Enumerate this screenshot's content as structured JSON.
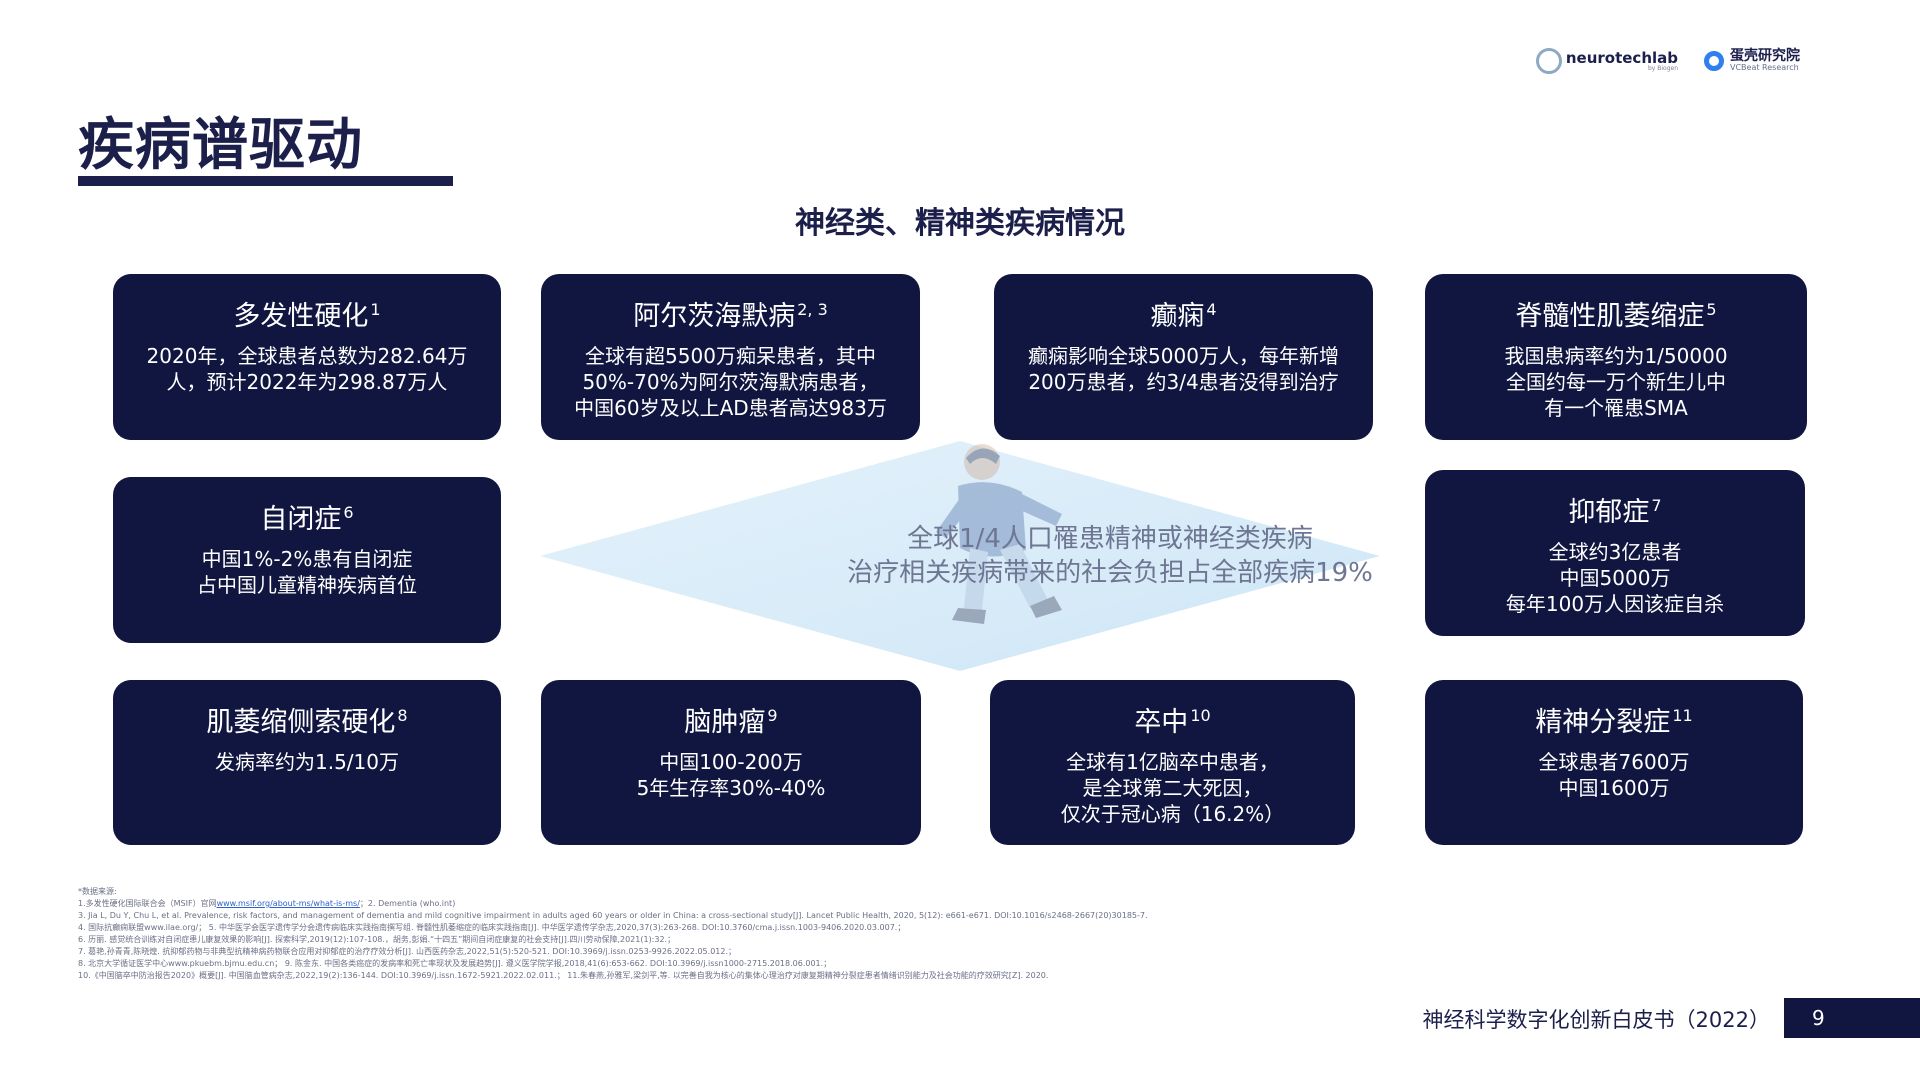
{
  "logos": {
    "neurotech_main": "neurotechlab",
    "neurotech_sub": "by Biogen",
    "vcbeat_cn": "蛋壳研究院",
    "vcbeat_en": "VCBeat Research"
  },
  "title": "疾病谱驱动",
  "subtitle": "神经类、精神类疾病情况",
  "center": {
    "line1": "全球1/4人口罹患精神或神经类疾病",
    "line2": "治疗相关疾病带来的社会负担占全部疾病19%"
  },
  "cards": [
    {
      "title": "多发性硬化",
      "ref": "1",
      "lines": [
        "2020年，全球患者总数为282.64万",
        "人，预计2022年为298.87万人"
      ]
    },
    {
      "title": "阿尔茨海默病",
      "ref": "2, 3",
      "lines": [
        "全球有超5500万痴呆患者，其中",
        "50%-70%为阿尔茨海默病患者，",
        "中国60岁及以上AD患者高达983万"
      ]
    },
    {
      "title": "癫痫",
      "ref": "4",
      "lines": [
        "癫痫影响全球5000万人，每年新增",
        "200万患者，约3/4患者没得到治疗"
      ]
    },
    {
      "title": "脊髓性肌萎缩症",
      "ref": "5",
      "lines": [
        "我国患病率约为1/50000",
        "全国约每一万个新生儿中",
        "有一个罹患SMA"
      ]
    },
    {
      "title": "自闭症",
      "ref": "6",
      "lines": [
        "中国1%-2%患有自闭症",
        "占中国儿童精神疾病首位"
      ]
    },
    {
      "title": "抑郁症",
      "ref": "7",
      "lines": [
        "全球约3亿患者",
        "中国5000万",
        "每年100万人因该症自杀"
      ]
    },
    {
      "title": "肌萎缩侧索硬化",
      "ref": "8",
      "lines": [
        "发病率约为1.5/10万"
      ]
    },
    {
      "title": "脑肿瘤",
      "ref": "9",
      "lines": [
        "中国100-200万",
        "5年生存率30%-40%"
      ]
    },
    {
      "title": "卒中",
      "ref": "10",
      "lines": [
        "全球有1亿脑卒中患者，",
        "是全球第二大死因，",
        "仅次于冠心病（16.2%）"
      ]
    },
    {
      "title": "精神分裂症",
      "ref": "11",
      "lines": [
        "全球患者7600万",
        "中国1600万"
      ]
    }
  ],
  "refs": {
    "header": "*数据来源:",
    "line1_pre": "1.多发性硬化国际联合会（MSIF）官网",
    "line1_link": "www.msif.org/about-ms/what-is-ms/",
    "line1_post": "；2. Dementia (who.int)",
    "line2": "3. Jia L, Du Y, Chu L, et al. Prevalence, risk factors, and management of dementia and mild cognitive impairment in adults aged 60 years or older in China: a cross-sectional study[J]. Lancet Public Health, 2020, 5(12): e661-e671. DOI:10.1016/s2468-2667(20)30185-7.",
    "line3": "4. 国际抗癫痫联盟www.ilae.org/；  5. 中华医学会医学遗传学分会遗传病临床实践指南撰写组. 脊髓性肌萎缩症的临床实践指南[J]. 中华医学遗传学杂志,2020,37(3):263-268. DOI:10.3760/cma.j.issn.1003-9406.2020.03.007.；",
    "line4": "6. 历丽. 感觉统合训练对自闭症患儿康复效果的影响[J]. 探索科学,2019(12):107-108.，胡务,彭娟.“十四五”期间自闭症康复的社会支持[J].四川劳动保障,2021(1):32.；",
    "line5": "7. 葛艳,孙青青,陈晓煌. 抗抑郁药物与非典型抗精神病药物联合应用对抑郁症的治疗疗效分析[J]. 山西医药杂志,2022,51(5):520-521. DOI:10.3969/j.issn.0253-9926.2022.05.012.；",
    "line6": "8. 北京大学循证医学中心www.pkuebm.bjmu.edu.cn；  9. 陈金东. 中国各类癌症的发病率和死亡率现状及发展趋势[J]. 遵义医学院学报,2018,41(6):653-662. DOI:10.3969/j.issn1000-2715.2018.06.001.；",
    "line7": "10.《中国脑卒中防治报告2020》概要[J]. 中国脑血管病杂志,2022,19(2):136-144. DOI:10.3969/j.issn.1672-5921.2022.02.011.；  11.朱春燕,孙雅军,梁剑平,等. 以完善自我为核心的集体心理治疗对康复期精神分裂症患者情绪识别能力及社会功能的疗效研究[Z]. 2020."
  },
  "footer": {
    "text": "神经科学数字化创新白皮书（2022）",
    "page": "9"
  },
  "colors": {
    "navy": "#111640",
    "title": "#1b1f4a",
    "diamond": "#d6ebf8",
    "center_text": "#6f7693"
  }
}
